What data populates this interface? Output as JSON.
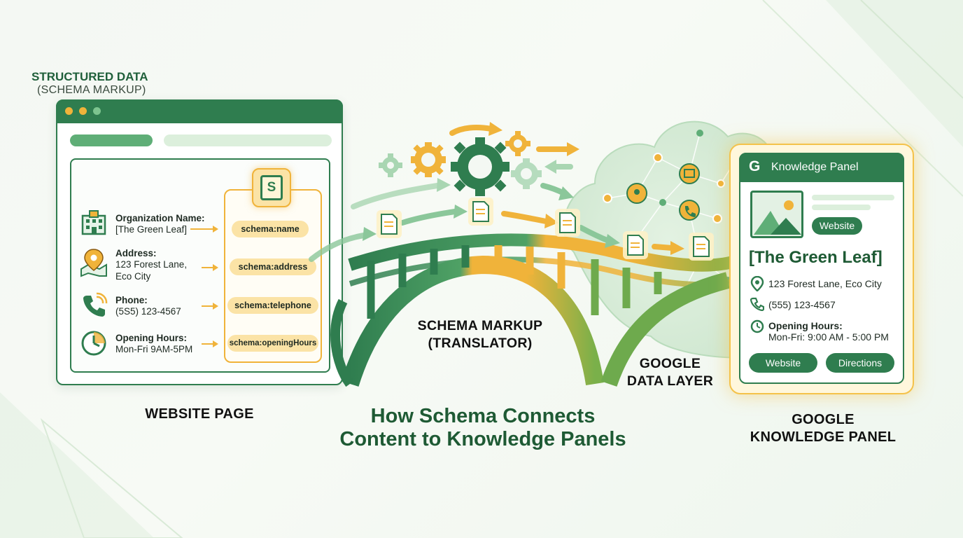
{
  "title": "How Schema Connects Content to Knowledge Panels",
  "colors": {
    "primary_green": "#2f7d4f",
    "accent_yellow": "#f0b33a",
    "background": "#f4f8f3"
  },
  "website": {
    "label": "WEBSITE PAGE",
    "structured_title": "STRUCTURED DATA",
    "structured_subtitle": "(SCHEMA MARKUP)",
    "schema_icon_letter": "S",
    "fields": [
      {
        "label": "Organization Name:",
        "value": "[The Green Leaf]",
        "schema": "schema:name",
        "icon": "building-icon"
      },
      {
        "label": "Address:",
        "value": "123 Forest Lane,",
        "value2": "Eco City",
        "schema": "schema:address",
        "icon": "map-pin-icon"
      },
      {
        "label": "Phone:",
        "value": "(5S5) 123-4567",
        "schema": "schema:telephone",
        "icon": "phone-icon"
      },
      {
        "label": "Opening Hours:",
        "value": "Mon-Fri 9AM-5PM",
        "schema": "schema:openingHours",
        "icon": "clock-icon"
      }
    ]
  },
  "translator": {
    "line1": "SCHEMA MARKUP",
    "line2": "(TRANSLATOR)"
  },
  "data_layer": {
    "line1": "GOOGLE",
    "line2": "DATA LAYER"
  },
  "knowledge_panel": {
    "header": "Knowledge Panel",
    "g_letter": "G",
    "website_chip": "Website",
    "name": "[The Green Leaf]",
    "address": "123 Forest Lane, Eco City",
    "phone": "(555) 123-4567",
    "hours_label": "Opening Hours:",
    "hours_value": "Mon-Fri: 9:00 AM - 5:00 PM",
    "btn_website": "Website",
    "btn_directions": "Directions",
    "label_line1": "GOOGLE",
    "label_line2": "KNOWLEDGE PANEL"
  }
}
